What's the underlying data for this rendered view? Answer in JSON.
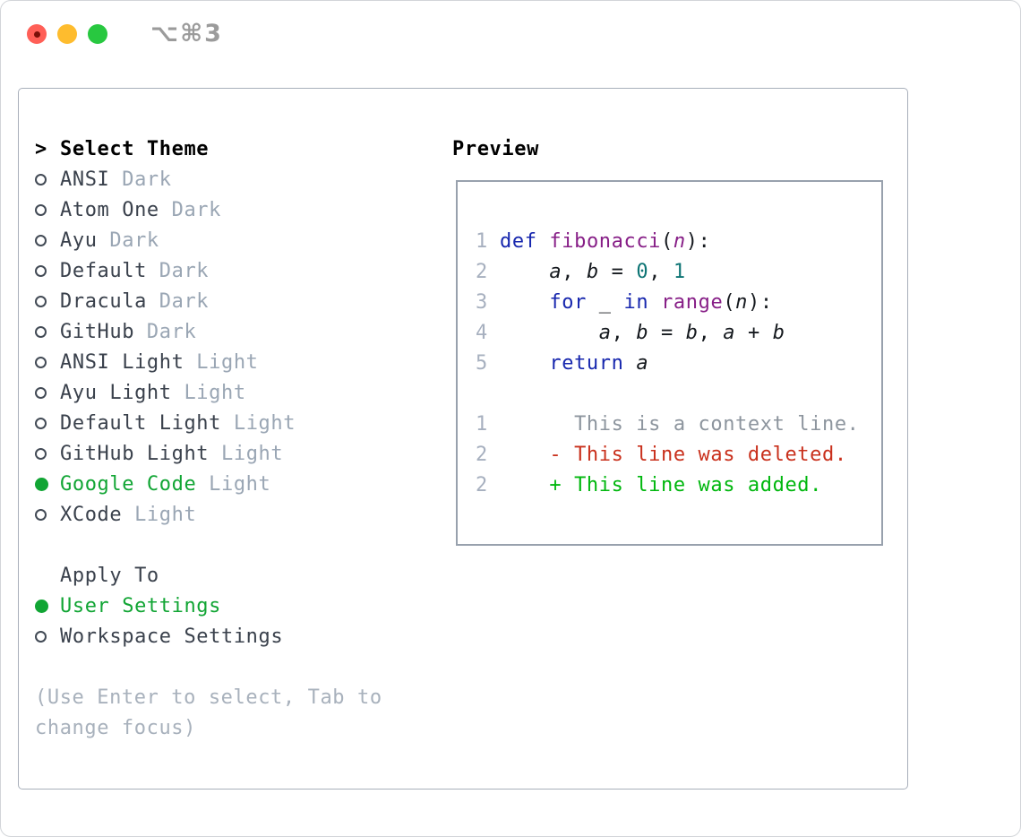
{
  "titlebar": {
    "shortcut": "⌥⌘3",
    "buttons": [
      "close",
      "minimize",
      "zoom"
    ]
  },
  "theme_panel": {
    "header_marker": ">",
    "header": "Select Theme",
    "items": [
      {
        "name": "ANSI",
        "variant": "Dark",
        "selected": false
      },
      {
        "name": "Atom One",
        "variant": "Dark",
        "selected": false
      },
      {
        "name": "Ayu",
        "variant": "Dark",
        "selected": false
      },
      {
        "name": "Default",
        "variant": "Dark",
        "selected": false
      },
      {
        "name": "Dracula",
        "variant": "Dark",
        "selected": false
      },
      {
        "name": "GitHub",
        "variant": "Dark",
        "selected": false
      },
      {
        "name": "ANSI Light",
        "variant": "Light",
        "selected": false
      },
      {
        "name": "Ayu Light",
        "variant": "Light",
        "selected": false
      },
      {
        "name": "Default Light",
        "variant": "Light",
        "selected": false
      },
      {
        "name": "GitHub Light",
        "variant": "Light",
        "selected": false
      },
      {
        "name": "Google Code",
        "variant": "Light",
        "selected": true
      },
      {
        "name": "XCode",
        "variant": "Light",
        "selected": false
      }
    ],
    "apply_to": {
      "header": "Apply To",
      "options": [
        {
          "label": "User Settings",
          "selected": true
        },
        {
          "label": "Workspace Settings",
          "selected": false
        }
      ]
    },
    "hint_lines": [
      "(Use Enter to select, Tab to",
      "change focus)"
    ]
  },
  "preview": {
    "header": "Preview",
    "lines": [
      {
        "num": "1",
        "segs": [
          [
            "def",
            "kw"
          ],
          [
            " ",
            "plain"
          ],
          [
            "fibonacci",
            "fn"
          ],
          [
            "(",
            "plain"
          ],
          [
            "n",
            "param"
          ],
          [
            "):",
            "plain"
          ]
        ]
      },
      {
        "num": "2",
        "segs": [
          [
            "    ",
            "plain"
          ],
          [
            "a",
            "var"
          ],
          [
            ", ",
            "plain"
          ],
          [
            "b",
            "var"
          ],
          [
            " = ",
            "plain"
          ],
          [
            "0",
            "num"
          ],
          [
            ", ",
            "plain"
          ],
          [
            "1",
            "num"
          ]
        ]
      },
      {
        "num": "3",
        "segs": [
          [
            "    ",
            "plain"
          ],
          [
            "for",
            "kw"
          ],
          [
            " ",
            "plain"
          ],
          [
            "_",
            "var"
          ],
          [
            " ",
            "plain"
          ],
          [
            "in",
            "kw"
          ],
          [
            " ",
            "plain"
          ],
          [
            "range",
            "fn"
          ],
          [
            "(",
            "plain"
          ],
          [
            "n",
            "var"
          ],
          [
            "):",
            "plain"
          ]
        ]
      },
      {
        "num": "4",
        "segs": [
          [
            "        ",
            "plain"
          ],
          [
            "a",
            "var"
          ],
          [
            ", ",
            "plain"
          ],
          [
            "b",
            "var"
          ],
          [
            " = ",
            "plain"
          ],
          [
            "b",
            "var"
          ],
          [
            ", ",
            "plain"
          ],
          [
            "a",
            "var"
          ],
          [
            " + ",
            "plain"
          ],
          [
            "b",
            "var"
          ]
        ]
      },
      {
        "num": "5",
        "segs": [
          [
            "    ",
            "plain"
          ],
          [
            "return",
            "kw"
          ],
          [
            " ",
            "plain"
          ],
          [
            "a",
            "var"
          ]
        ]
      },
      {
        "num": "",
        "segs": []
      },
      {
        "num": "1",
        "segs": [
          [
            "      This is a context line.",
            "ctx"
          ]
        ]
      },
      {
        "num": "2",
        "segs": [
          [
            "    ",
            "plain"
          ],
          [
            "- This line was deleted.",
            "del"
          ]
        ]
      },
      {
        "num": "2",
        "segs": [
          [
            "    ",
            "plain"
          ],
          [
            "+ This line was added.",
            "add"
          ]
        ]
      }
    ]
  },
  "colors": {
    "selected_green": "#11a534",
    "diff_added_green": "#00b70e",
    "diff_deleted_red": "#c9301c",
    "keyword_blue": "#1727ae",
    "function_purple": "#871f87",
    "number_teal": "#0d7474",
    "muted_gray": "#9aa6b4",
    "hint_gray": "#a8b1bc",
    "line_number_gray": "#a7b0bf",
    "context_gray": "#8d959e",
    "traffic_red": "#ff5f57",
    "traffic_yellow": "#febc2e",
    "traffic_green": "#28c840"
  }
}
